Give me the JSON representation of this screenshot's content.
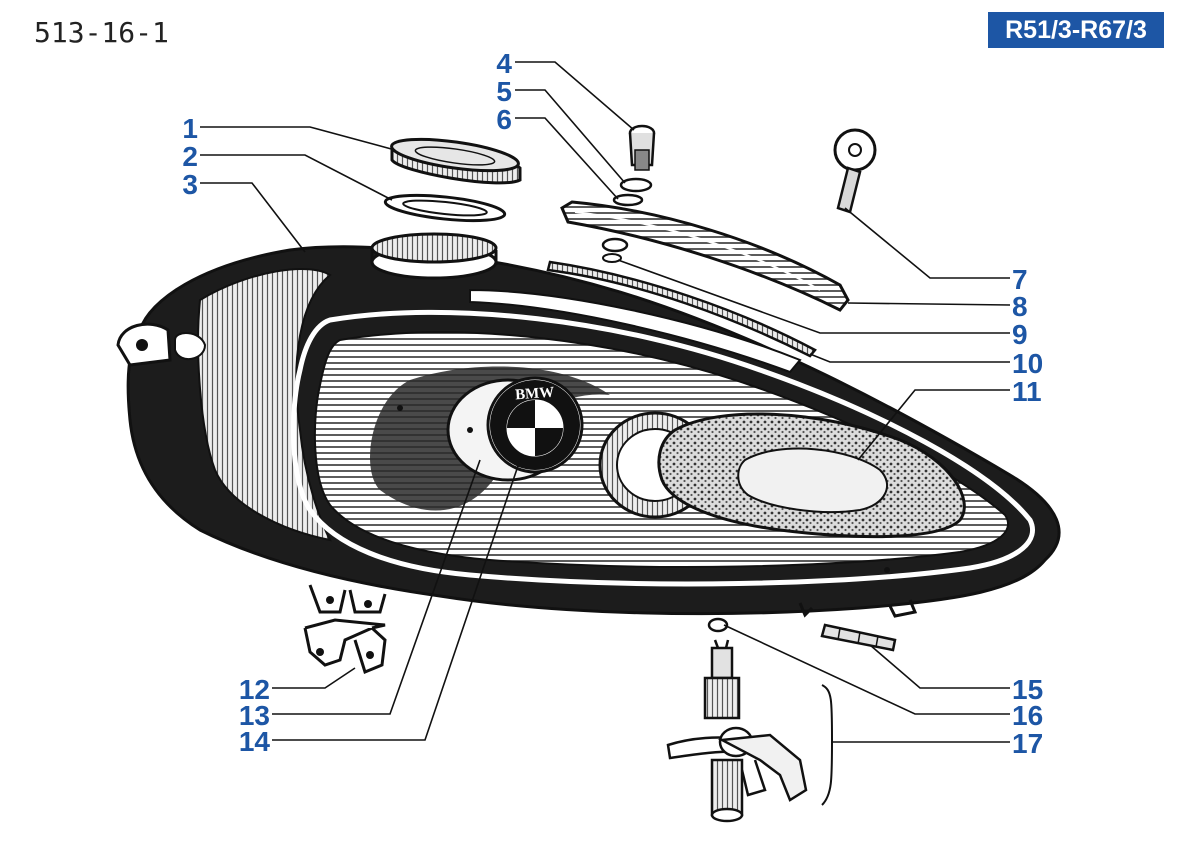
{
  "page_code": "513-16-1",
  "model_range": "R51/3-R67/3",
  "logo_text": "BMW",
  "colors": {
    "accent_blue": "#1d56a5",
    "line": "#111111",
    "tank_dark": "#1c1c1c",
    "badge_text": "#ffffff"
  },
  "callouts": [
    {
      "num": "1",
      "part": "filler-cap"
    },
    {
      "num": "2",
      "part": "cap-gasket"
    },
    {
      "num": "3",
      "part": "fuel-tank"
    },
    {
      "num": "4",
      "part": "lock-cylinder"
    },
    {
      "num": "5",
      "part": "washer"
    },
    {
      "num": "6",
      "part": "washer"
    },
    {
      "num": "7",
      "part": "ignition-key"
    },
    {
      "num": "8",
      "part": "tool-box-cover"
    },
    {
      "num": "9",
      "part": "grommet"
    },
    {
      "num": "10",
      "part": "cover-seal"
    },
    {
      "num": "11",
      "part": "knee-pad"
    },
    {
      "num": "12",
      "part": "bracket"
    },
    {
      "num": "13",
      "part": "emblem-ring"
    },
    {
      "num": "14",
      "part": "bmw-emblem"
    },
    {
      "num": "15",
      "part": "rubber-buffer"
    },
    {
      "num": "16",
      "part": "tap-washer"
    },
    {
      "num": "17",
      "part": "fuel-tap"
    }
  ]
}
